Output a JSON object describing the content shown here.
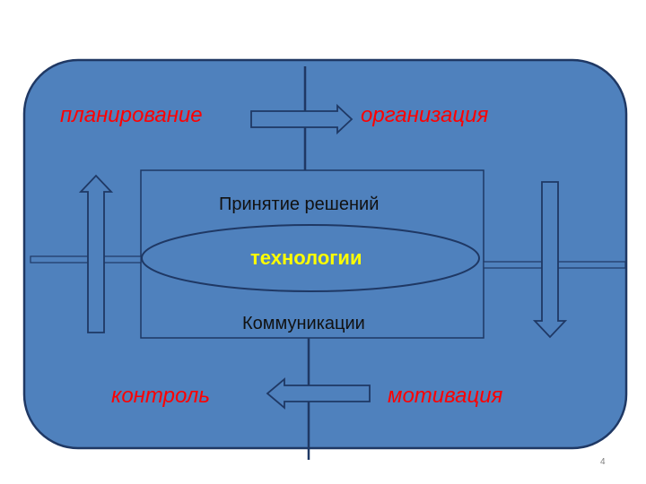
{
  "diagram": {
    "colors": {
      "background": "#4f81bd",
      "border": "#1f3864",
      "accent_red": "#ff0000",
      "center_text": "#ffff00",
      "text": "#111111"
    },
    "labels": {
      "planning": "планирование",
      "organization": "организация",
      "control": "контроль",
      "motivation": "мотивация",
      "decision_making": "Принятие решений",
      "technologies": "технологии",
      "communications": "Коммуникации"
    },
    "page_number": "4"
  }
}
